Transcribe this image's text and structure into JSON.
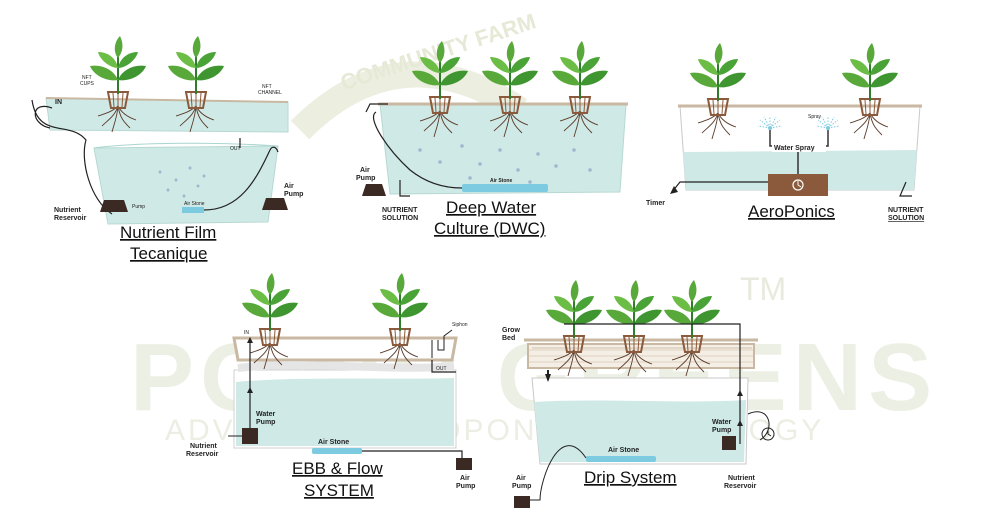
{
  "colors": {
    "water": "#cfe9e6",
    "water_edge": "#a9d6d0",
    "air_stone": "#7ccbe0",
    "pump": "#3b2a24",
    "tray": "#d9c4a8",
    "leaf": "#58a83a",
    "leaf_dark": "#2f7d2a",
    "pot": "#8b5a3c",
    "watermark": "#e9ecd9"
  },
  "watermark": {
    "brand": "PONIC GREENS",
    "tagline": "ADVANCE HYDROPONIC TECHNOLOGY",
    "arc": "COMMUNITY FARM",
    "tm": "TM"
  },
  "nft": {
    "title_line1": "Nutrient Film",
    "title_line2": "Tecanique",
    "in": "IN",
    "nft_cups": "NFT\nCUPS",
    "nft_cups_l1": "NFT",
    "nft_cups_l2": "CUPS",
    "channel_l1": "NFT",
    "channel_l2": "CHANNEL",
    "out": "OUT",
    "air_pump_l1": "Air",
    "air_pump_l2": "Pump",
    "reservoir_l1": "Nutrient",
    "reservoir_l2": "Reservoir",
    "pump": "Pump",
    "air_stone": "Air Stone"
  },
  "dwc": {
    "title_line1": "Deep Water",
    "title_line2": "Culture (DWC)",
    "air_stone": "Air Stone",
    "air_pump_l1": "Air",
    "air_pump_l2": "Pump",
    "solution_l1": "NUTRIENT",
    "solution_l2": "SOLUTION"
  },
  "aero": {
    "title": "AeroPonics",
    "spray": "Spray",
    "water_spray": "Water Spray",
    "timer": "Timer",
    "solution_l1": "NUTRIENT",
    "solution_l2": "SOLUTION"
  },
  "ebb": {
    "title_line1": "EBB & Flow",
    "title_line2": "SYSTEM",
    "in": "IN",
    "siphon": "Siphon",
    "out": "OUT",
    "water_pump_l1": "Water",
    "water_pump_l2": "Pump",
    "air_stone": "Air Stone",
    "reservoir_l1": "Nutrient",
    "reservoir_l2": "Reservoir",
    "air_pump_l1": "Air",
    "air_pump_l2": "Pump"
  },
  "drip": {
    "title": "Drip System",
    "grow_bed_l1": "Grow",
    "grow_bed_l2": "Bed",
    "air_stone": "Air Stone",
    "water_pump_l1": "Water",
    "water_pump_l2": "Pump",
    "air_pump_l1": "Air",
    "air_pump_l2": "Pump",
    "reservoir_l1": "Nutrient",
    "reservoir_l2": "Reservoir"
  }
}
